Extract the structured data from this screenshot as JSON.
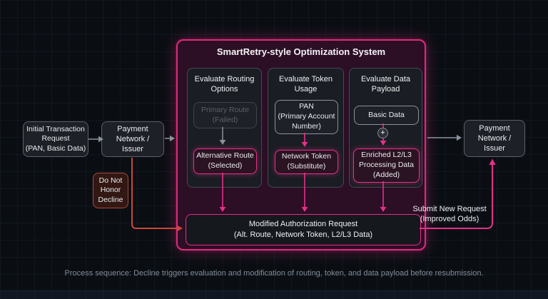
{
  "title": "SmartRetry-style Optimization System",
  "nodes": {
    "initial_request": "Initial Transaction\nRequest\n(PAN, Basic Data)",
    "payment_network_left": "Payment\nNetwork /\nIssuer",
    "decline": "Do Not\nHonor\nDecline",
    "payment_network_right": "Payment\nNetwork /\nIssuer",
    "submit_new_request": "Submit New Request\n(Improved Odds)"
  },
  "columns": [
    {
      "header": "Evaluate Routing\nOptions",
      "top": "Primary Route\n(Failed)",
      "bottom": "Alternative Route\n(Selected)"
    },
    {
      "header": "Evaluate Token\nUsage",
      "top": "PAN\n(Primary Account\nNumber)",
      "bottom": "Network Token\n(Substitute)"
    },
    {
      "header": "Evaluate Data\nPayload",
      "top": "Basic Data",
      "plus": "+",
      "bottom": "Enriched L2/L3\nProcessing Data\n(Added)"
    }
  ],
  "modified_request": "Modified Authorization Request\n(Alt. Route, Network Token, L2/L3 Data)",
  "caption": "Process sequence: Decline triggers evaluation and modification of routing, token, and data payload before resubmission.",
  "colors": {
    "pink": "#e72f8a",
    "red": "#cc4638",
    "grey_arrow": "#8b929b",
    "container_border": "#df2a7d",
    "decline_border": "#a84a3f"
  }
}
